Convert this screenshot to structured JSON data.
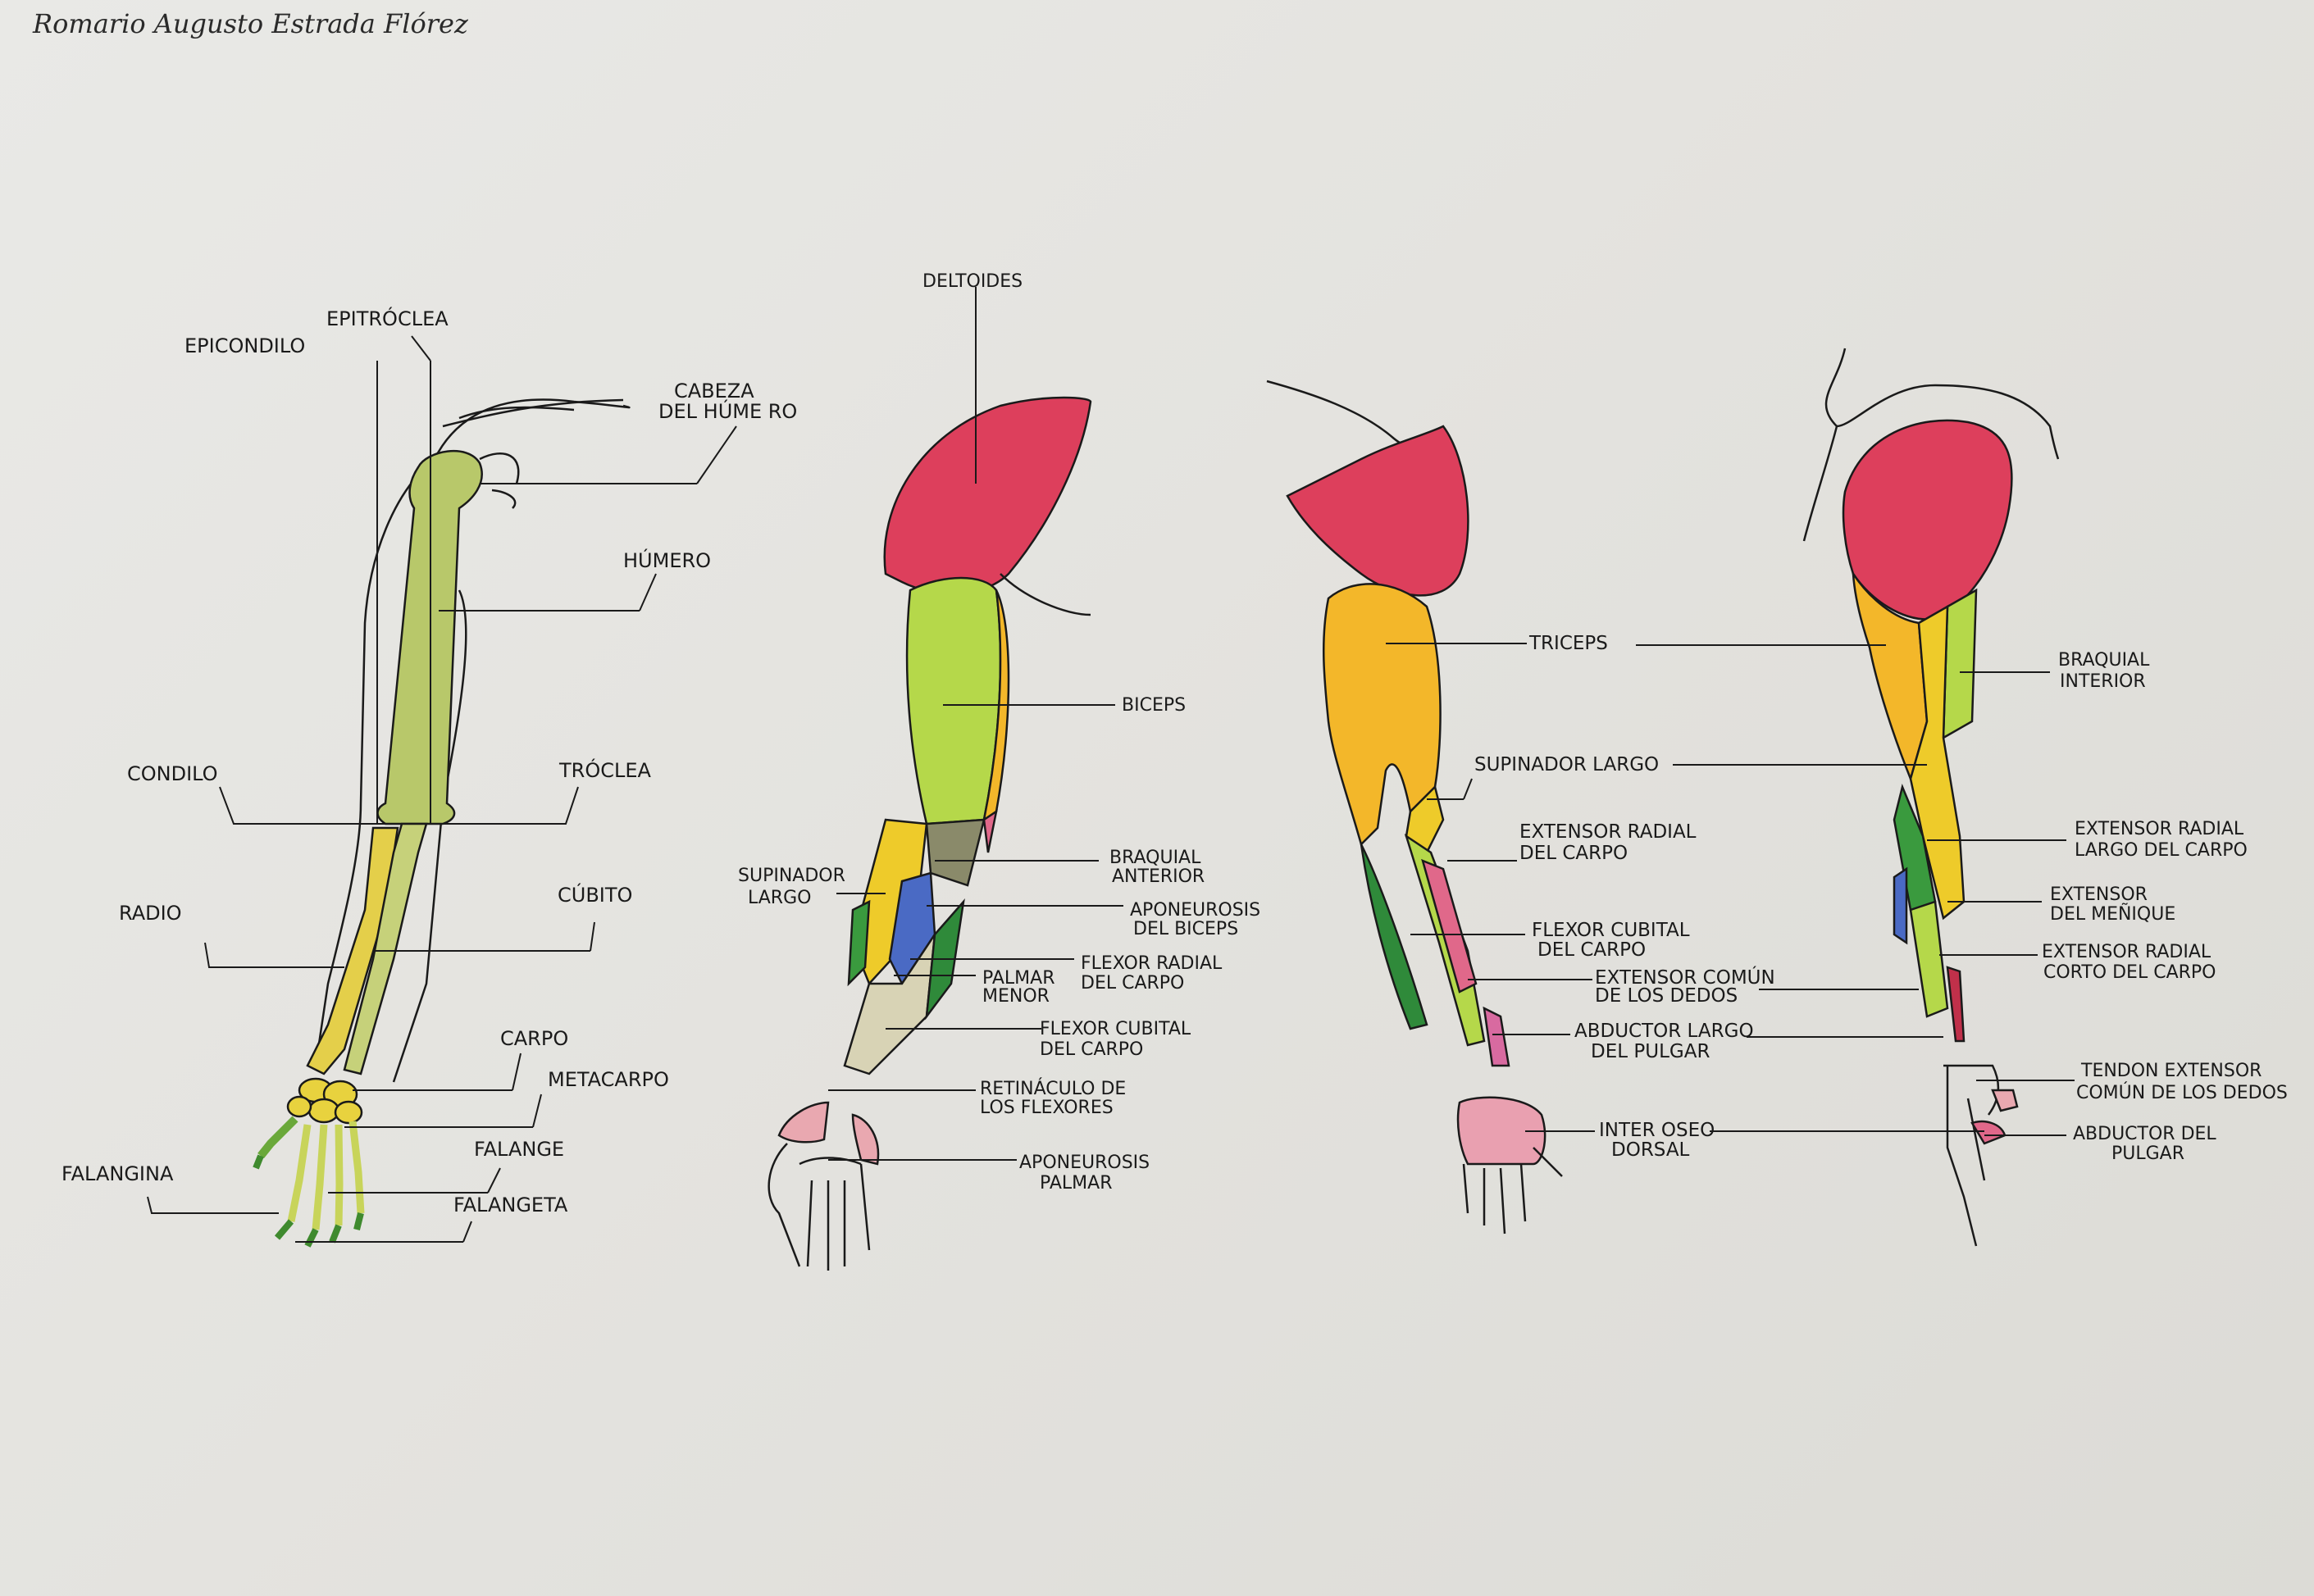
{
  "author": "Romario Augusto Estrada Flórez",
  "colors": {
    "deltoid": "#dd3f5c",
    "biceps": "#b5d84a",
    "triceps": "#f3b72a",
    "yellow": "#eecb2a",
    "green": "#3a9a3e",
    "blue": "#4a6ac4",
    "pink": "#e0688a",
    "bone": "#b8c86a",
    "bone_yellow": "#e4cf4a",
    "ink": "#1a1a1a"
  },
  "panels": {
    "skeleton": {
      "labels": {
        "epitroclea": "EPITRÓCLEA",
        "epicondilo": "EPICONDILO",
        "cabeza_l1": "CABEZA",
        "cabeza_l2": "DEL HÚME RO",
        "humero": "HÚMERO",
        "condilo": "CONDILO",
        "troclea": "TRÓCLEA",
        "radio": "RADIO",
        "cubito": "CÚBITO",
        "carpo": "CARPO",
        "metacarpo": "METACARPO",
        "falange": "FALANGE",
        "falangina": "FALANGINA",
        "falangeta": "FALANGETA"
      }
    },
    "anterior": {
      "labels": {
        "deltoides": "DELTOIDES",
        "biceps": "BICEPS",
        "supinador_l1": "SUPINADOR",
        "supinador_l2": "LARGO",
        "braquial_l1": "BRAQUIAL",
        "braquial_l2": "ANTERIOR",
        "apon_biceps_l1": "APONEUROSIS",
        "apon_biceps_l2": "DEL BICEPS",
        "flexor_radial_l1": "FLEXOR RADIAL",
        "flexor_radial_l2": "DEL CARPO",
        "palmar_l1": "PALMAR",
        "palmar_l2": "MENOR",
        "flexor_cubital_l1": "FLEXOR CUBITAL",
        "flexor_cubital_l2": "DEL CARPO",
        "retinaculo_l1": "RETINÁCULO DE",
        "retinaculo_l2": "LOS FLEXORES",
        "apon_palmar_l1": "APONEUROSIS",
        "apon_palmar_l2": "PALMAR"
      }
    },
    "posterior": {
      "labels": {
        "triceps": "TRICEPS",
        "supinador": "SUPINADOR LARGO",
        "ext_radial_l1": "EXTENSOR RADIAL",
        "ext_radial_l2": "DEL CARPO",
        "flexor_cubital_l1": "FLEXOR CUBITAL",
        "flexor_cubital_l2": "DEL CARPO",
        "ext_comun_l1": "EXTENSOR COMÚN",
        "ext_comun_l2": "DE LOS DEDOS",
        "abductor_l1": "ABDUCTOR LARGO",
        "abductor_l2": "DEL PULGAR",
        "interoseo_l1": "INTER OSEO",
        "interoseo_l2": "DORSAL"
      }
    },
    "lateral": {
      "labels": {
        "braquial_l1": "BRAQUIAL",
        "braquial_l2": "INTERIOR",
        "ext_radial_largo_l1": "EXTENSOR RADIAL",
        "ext_radial_largo_l2": "LARGO DEL CARPO",
        "ext_menique_l1": "EXTENSOR",
        "ext_menique_l2": "DEL MEÑIQUE",
        "ext_radial_corto_l1": "EXTENSOR RADIAL",
        "ext_radial_corto_l2": "CORTO DEL CARPO",
        "tendon_l1": "TENDON EXTENSOR",
        "tendon_l2": "COMÚN DE LOS DEDOS",
        "abductor_pulgar_l1": "ABDUCTOR DEL",
        "abductor_pulgar_l2": "PULGAR"
      }
    }
  }
}
